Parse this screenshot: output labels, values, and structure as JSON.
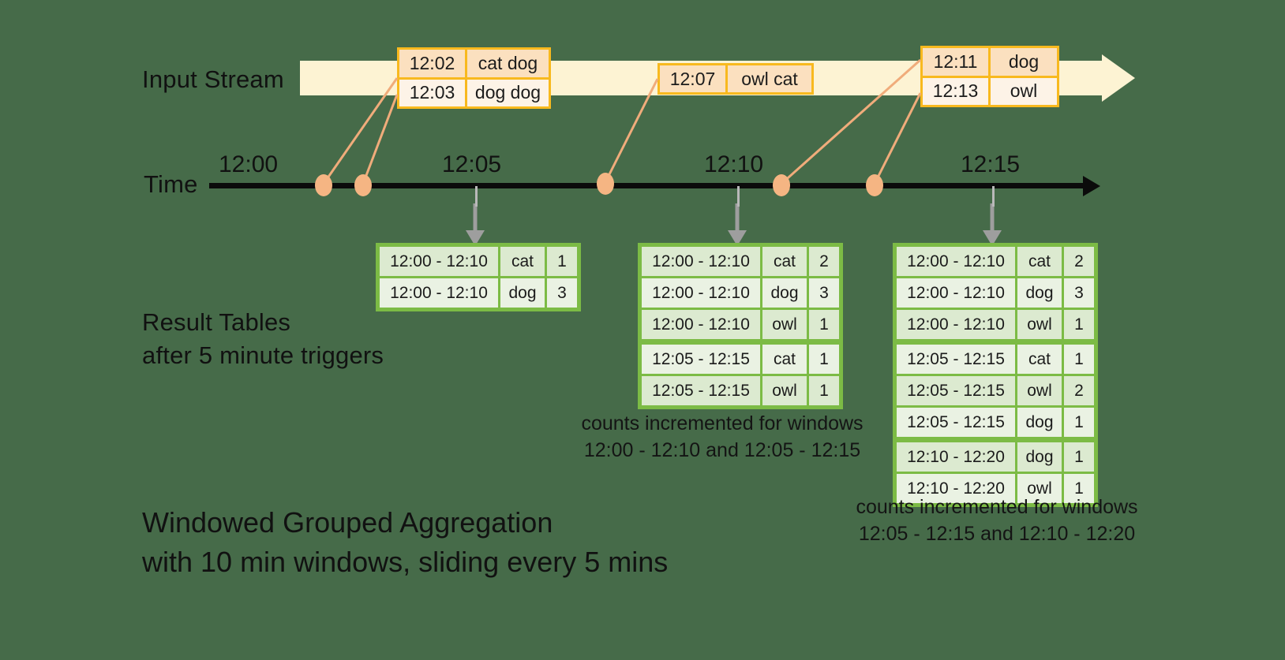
{
  "diagram": {
    "title_line1": "Windowed Grouped Aggregation",
    "title_line2": "with 10 min windows, sliding every 5 mins",
    "labels": {
      "input_stream": "Input Stream",
      "time": "Time",
      "result_tables_line1": "Result Tables",
      "result_tables_line2": "after 5 minute triggers"
    },
    "colors": {
      "background": "#466b49",
      "stream_band": "#fdf3d3",
      "event_border": "#f8b91e",
      "event_fill_a": "#fbe0bf",
      "event_fill_b": "#fdf3e7",
      "timeline": "#0b0b0b",
      "dot": "#f5b583",
      "table_border": "#7cbb45",
      "table_cell_a": "#dcead0",
      "table_cell_b": "#eaf2e3",
      "connector": "#f0ac7b",
      "trigger_arrow": "#9e9e9e"
    }
  },
  "timeline": {
    "ticks": [
      "12:00",
      "12:05",
      "12:10",
      "12:15"
    ],
    "events": [
      {
        "time": "12:02",
        "value": "cat dog"
      },
      {
        "time": "12:03",
        "value": "dog dog"
      },
      {
        "time": "12:07",
        "value": "owl cat"
      },
      {
        "time": "12:11",
        "value": "dog"
      },
      {
        "time": "12:13",
        "value": "owl"
      }
    ]
  },
  "event_boxes": [
    {
      "name": "event-box-1",
      "rows": [
        {
          "time": "12:02",
          "value": "cat dog"
        },
        {
          "time": "12:03",
          "value": "dog dog"
        }
      ]
    },
    {
      "name": "event-box-2",
      "rows": [
        {
          "time": "12:07",
          "value": "owl cat"
        }
      ]
    },
    {
      "name": "event-box-3",
      "rows": [
        {
          "time": "12:11",
          "value": "dog"
        },
        {
          "time": "12:13",
          "value": "owl"
        }
      ]
    }
  ],
  "result_tables": [
    {
      "name": "result-table-1205",
      "trigger": "12:05",
      "rows": [
        {
          "window": "12:00 - 12:10",
          "key": "cat",
          "count": "1",
          "group": 0
        },
        {
          "window": "12:00 - 12:10",
          "key": "dog",
          "count": "3",
          "group": 0
        }
      ],
      "caption": ""
    },
    {
      "name": "result-table-1210",
      "trigger": "12:10",
      "rows": [
        {
          "window": "12:00 - 12:10",
          "key": "cat",
          "count": "2",
          "group": 0
        },
        {
          "window": "12:00 - 12:10",
          "key": "dog",
          "count": "3",
          "group": 0
        },
        {
          "window": "12:00 - 12:10",
          "key": "owl",
          "count": "1",
          "group": 0
        },
        {
          "window": "12:05 - 12:15",
          "key": "cat",
          "count": "1",
          "group": 1
        },
        {
          "window": "12:05 - 12:15",
          "key": "owl",
          "count": "1",
          "group": 1
        }
      ],
      "caption_line1": "counts incremented for windows",
      "caption_line2": "12:00 - 12:10 and 12:05 - 12:15"
    },
    {
      "name": "result-table-1215",
      "trigger": "12:15",
      "rows": [
        {
          "window": "12:00 - 12:10",
          "key": "cat",
          "count": "2",
          "group": 0
        },
        {
          "window": "12:00 - 12:10",
          "key": "dog",
          "count": "3",
          "group": 0
        },
        {
          "window": "12:00 - 12:10",
          "key": "owl",
          "count": "1",
          "group": 0
        },
        {
          "window": "12:05 - 12:15",
          "key": "cat",
          "count": "1",
          "group": 1
        },
        {
          "window": "12:05 - 12:15",
          "key": "owl",
          "count": "2",
          "group": 1
        },
        {
          "window": "12:05 - 12:15",
          "key": "dog",
          "count": "1",
          "group": 1
        },
        {
          "window": "12:10 - 12:20",
          "key": "dog",
          "count": "1",
          "group": 2
        },
        {
          "window": "12:10 - 12:20",
          "key": "owl",
          "count": "1",
          "group": 2
        }
      ],
      "caption_line1": "counts incremented for windows",
      "caption_line2": "12:05 - 12:15 and 12:10 - 12:20"
    }
  ]
}
